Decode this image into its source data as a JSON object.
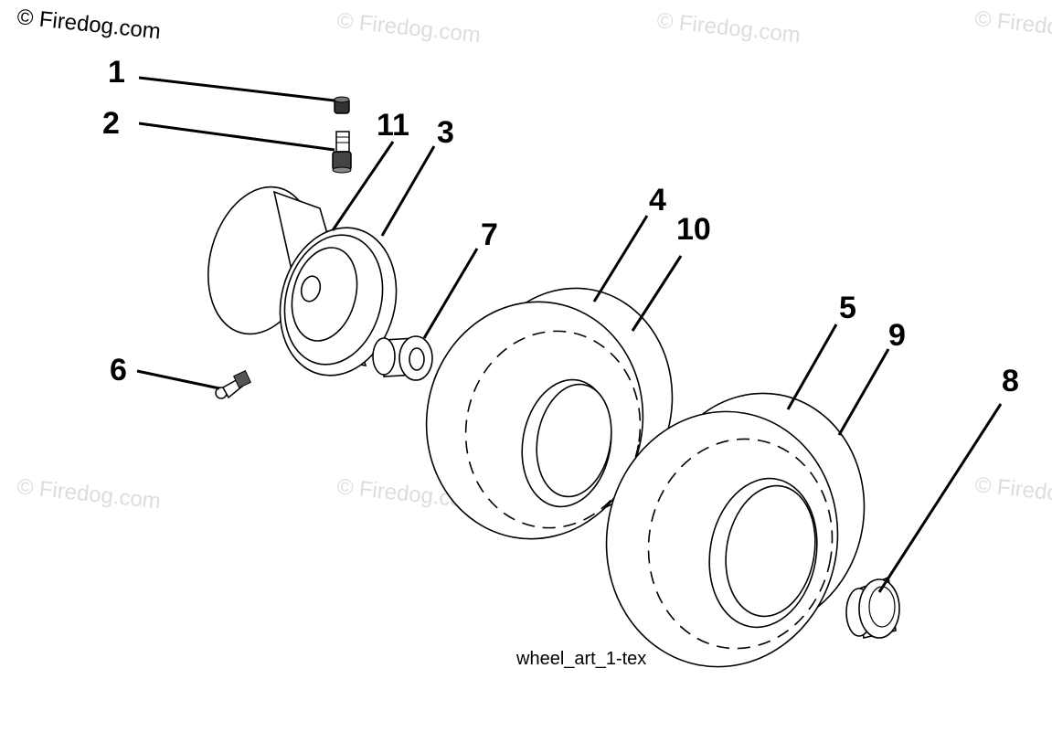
{
  "watermark": {
    "main": "© Firedog.com",
    "faint": "© Firedog.com"
  },
  "caption": "wheel_art_1-tex",
  "callouts": [
    "1",
    "2",
    "11",
    "3",
    "4",
    "10",
    "7",
    "5",
    "9",
    "8",
    "6"
  ],
  "parts": {
    "c1": "1",
    "c2": "2",
    "c3": "3",
    "c4": "4",
    "c5": "5",
    "c6": "6",
    "c7": "7",
    "c8": "8",
    "c9": "9",
    "c10": "10",
    "c11": "11"
  }
}
